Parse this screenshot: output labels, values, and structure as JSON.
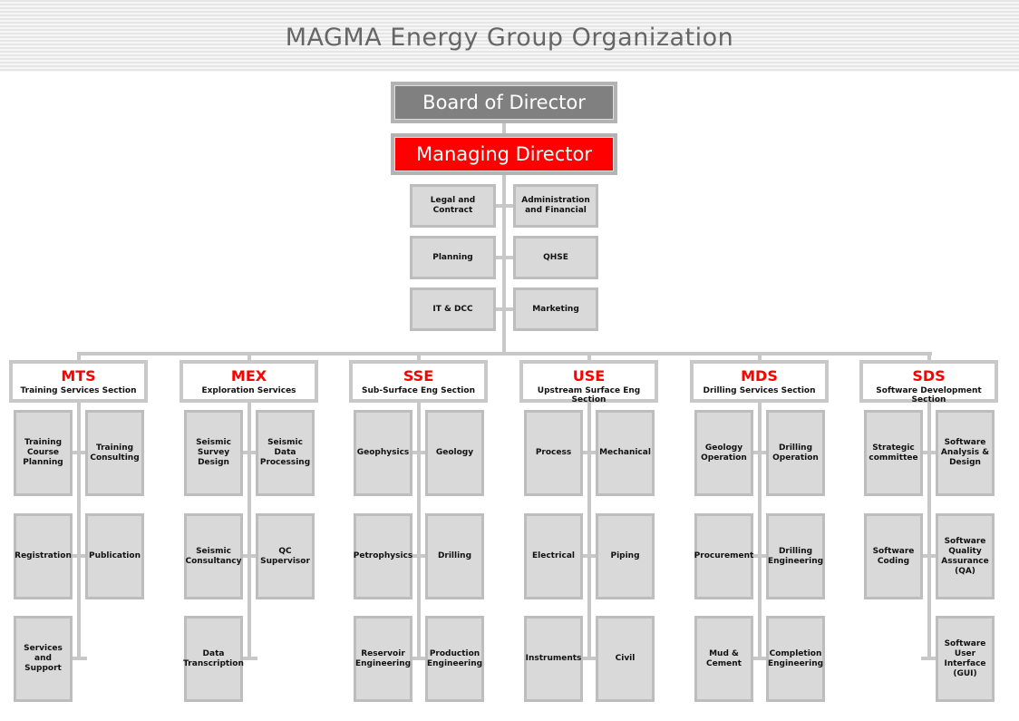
{
  "title": "MAGMA Energy Group Organization",
  "board": "Board of Director",
  "md": "Managing Director",
  "colors": {
    "red": "#ff0000",
    "board": "#808080"
  },
  "staff": [
    [
      "Legal and Contract",
      "Administration and Financial"
    ],
    [
      "Planning",
      "QHSE"
    ],
    [
      "IT & DCC",
      "Marketing"
    ]
  ],
  "sections": [
    {
      "code": "MTS",
      "name": "Training Services Section",
      "rows": [
        [
          "Training Course Planning",
          "Training Consulting"
        ],
        [
          "Registration",
          "Publication"
        ],
        [
          "Services and Support",
          null
        ]
      ]
    },
    {
      "code": "MEX",
      "name": "Exploration Services",
      "rows": [
        [
          "Seismic Survey Design",
          "Seismic Data Processing"
        ],
        [
          "Seismic Consultancy",
          "QC Supervisor"
        ],
        [
          "Data Transcription",
          null
        ]
      ]
    },
    {
      "code": "SSE",
      "name": "Sub-Surface Eng Section",
      "rows": [
        [
          "Geophysics",
          "Geology"
        ],
        [
          "Petrophysics",
          "Drilling"
        ],
        [
          "Reservoir Engineering",
          "Production Engineering"
        ]
      ]
    },
    {
      "code": "USE",
      "name": "Upstream Surface Eng Section",
      "rows": [
        [
          "Process",
          "Mechanical"
        ],
        [
          "Electrical",
          "Piping"
        ],
        [
          "Instruments",
          "Civil"
        ]
      ]
    },
    {
      "code": "MDS",
      "name": "Drilling Services Section",
      "rows": [
        [
          "Geology Operation",
          "Drilling Operation"
        ],
        [
          "Procurement",
          "Drilling Engineering"
        ],
        [
          "Mud & Cement",
          "Completion Engineering"
        ]
      ]
    },
    {
      "code": "SDS",
      "name": "Software Development Section",
      "rows": [
        [
          "Strategic committee",
          "Software Analysis & Design"
        ],
        [
          "Software Coding",
          "Software Quality Assurance (QA)"
        ],
        [
          null,
          "Software User Interface (GUI)"
        ]
      ]
    }
  ]
}
